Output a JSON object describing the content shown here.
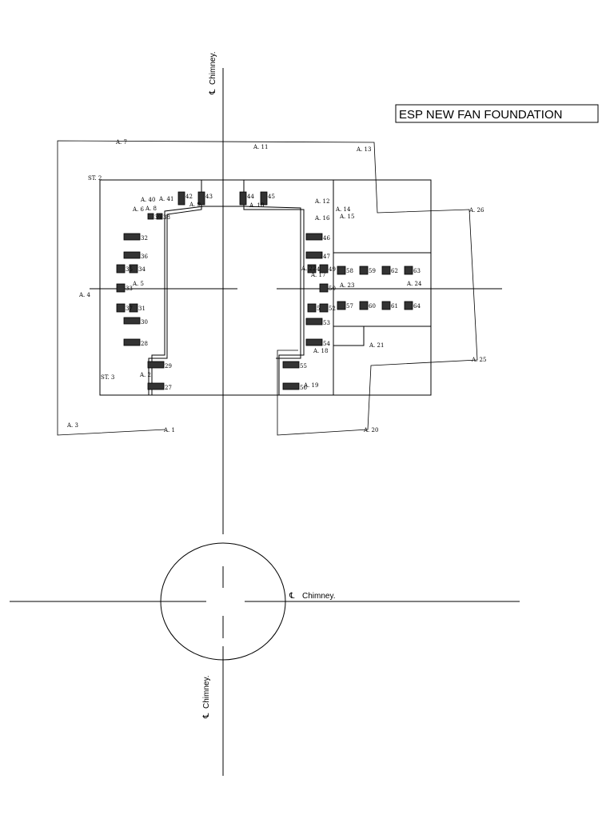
{
  "title": "ESP NEW FAN FOUNDATION",
  "centerline_labels": {
    "top": "Chimney.",
    "right": "Chimney.",
    "bottom": "Chimney."
  },
  "station_labels": {
    "st2": "ST. 2",
    "st3": "ST. 3"
  },
  "area_labels": {
    "a1": "A. 1",
    "a2": "A. 2",
    "a3": "A. 3",
    "a4": "A. 4",
    "a5": "A. 5",
    "a6": "A. 6",
    "a7": "A. 7",
    "a8": "A. 8",
    "a9": "A. 9",
    "a10": "A. 10",
    "a11": "A. 11",
    "a12": "A. 12",
    "a13": "A. 13",
    "a14": "A. 14",
    "a15": "A. 15",
    "a16": "A. 16",
    "a17": "A. 17",
    "a18": "A. 18",
    "a19": "A. 19",
    "a20": "A. 20",
    "a21": "A. 21",
    "a22": "A. 22",
    "a23": "A. 23",
    "a24": "A. 24",
    "a25": "A. 25",
    "a26": "A. 26",
    "a40": "A. 40",
    "a41": "A. 41"
  },
  "piles": [
    {
      "id": "p27",
      "label": "27"
    },
    {
      "id": "p28",
      "label": "28"
    },
    {
      "id": "p29",
      "label": "29"
    },
    {
      "id": "p30",
      "label": "30"
    },
    {
      "id": "p31",
      "label": "31"
    },
    {
      "id": "p32",
      "label": "32"
    },
    {
      "id": "p33",
      "label": "33"
    },
    {
      "id": "p34",
      "label": "34"
    },
    {
      "id": "p35",
      "label": "35"
    },
    {
      "id": "p36",
      "label": "36"
    },
    {
      "id": "p37",
      "label": "37"
    },
    {
      "id": "p38",
      "label": "38"
    },
    {
      "id": "p39",
      "label": "39"
    },
    {
      "id": "p42",
      "label": "42"
    },
    {
      "id": "p43",
      "label": "43"
    },
    {
      "id": "p44",
      "label": "44"
    },
    {
      "id": "p45",
      "label": "45"
    },
    {
      "id": "p46",
      "label": "46"
    },
    {
      "id": "p47",
      "label": "47"
    },
    {
      "id": "p48",
      "label": "48"
    },
    {
      "id": "p49",
      "label": "49"
    },
    {
      "id": "p50",
      "label": "50"
    },
    {
      "id": "p51",
      "label": "51"
    },
    {
      "id": "p52",
      "label": "52"
    },
    {
      "id": "p53",
      "label": "53"
    },
    {
      "id": "p54",
      "label": "54"
    },
    {
      "id": "p55",
      "label": "55"
    },
    {
      "id": "p56",
      "label": "56"
    },
    {
      "id": "p57",
      "label": "57"
    },
    {
      "id": "p58",
      "label": "58"
    },
    {
      "id": "p59",
      "label": "59"
    },
    {
      "id": "p60",
      "label": "60"
    },
    {
      "id": "p61",
      "label": "61"
    },
    {
      "id": "p62",
      "label": "62"
    },
    {
      "id": "p63",
      "label": "63"
    },
    {
      "id": "p64",
      "label": "64"
    }
  ]
}
